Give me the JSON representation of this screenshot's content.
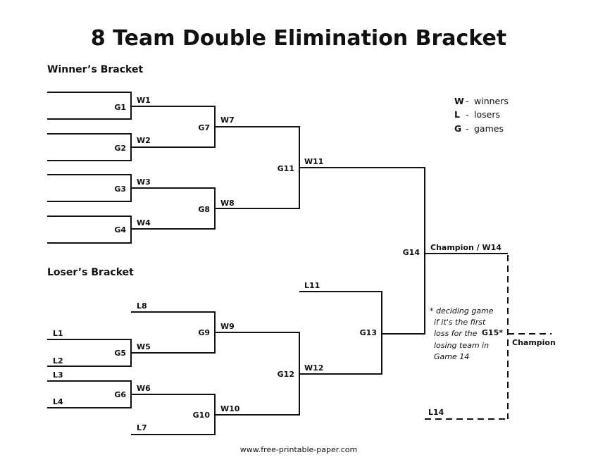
{
  "title": "8 Team Double Elimination Bracket",
  "winners_heading": "Winner’s Bracket",
  "losers_heading": "Loser’s Bracket",
  "legend": [
    {
      "key": "W",
      "sep": "-",
      "text": "winners"
    },
    {
      "key": "L",
      "sep": "-",
      "text": "losers"
    },
    {
      "key": "G",
      "sep": "-",
      "text": "games"
    }
  ],
  "games": {
    "g1": "G1",
    "g2": "G2",
    "g3": "G3",
    "g4": "G4",
    "g5": "G5",
    "g6": "G6",
    "g7": "G7",
    "g8": "G8",
    "g9": "G9",
    "g10": "G10",
    "g11": "G11",
    "g12": "G12",
    "g13": "G13",
    "g14": "G14",
    "g15": "G15*"
  },
  "results": {
    "w1": "W1",
    "w2": "W2",
    "w3": "W3",
    "w4": "W4",
    "w5": "W5",
    "w6": "W6",
    "w7": "W7",
    "w8": "W8",
    "w9": "W9",
    "w10": "W10",
    "w11": "W11",
    "w12": "W12",
    "l1": "L1",
    "l2": "L2",
    "l3": "L3",
    "l4": "L4",
    "l7": "L7",
    "l8": "L8",
    "l11": "L11",
    "l14": "L14",
    "champion_w14": "Champion / W14",
    "champion": "Champion"
  },
  "note_lines": [
    "* deciding game",
    "if it's the first",
    "loss  for the",
    "losing team in",
    "Game 14"
  ],
  "footer": "www.free-printable-paper.com"
}
